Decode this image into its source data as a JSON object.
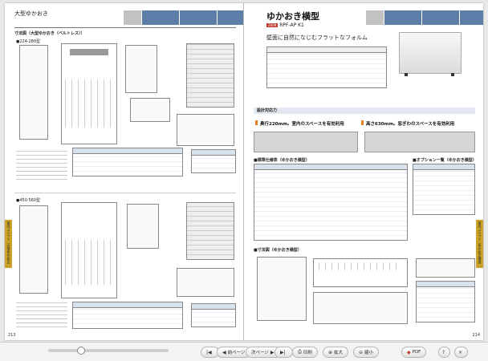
{
  "left_page": {
    "header": "大型ゆかおき",
    "section_dims": "寸法図（大型ゆかおき〈ベルトレス〉）",
    "model_224": "●224·280型",
    "model_450": "●450·560型",
    "page_number": "213",
    "side_tab": "室内ユニット（大型ゆかおき）"
  },
  "right_page": {
    "title": "ゆかおき横型",
    "badge": "2009",
    "model": "RPF-AP K1",
    "subtitle": "壁面に自然になじむフラットなフォルム",
    "band_design": "設計対応力",
    "feature1_title": "奥行220mm。室内のスペースを有効利用",
    "feature2_title": "高さ630mm。窓ぎわのスペースを有効利用",
    "band_spec": "■標準仕様表（ゆかおき横型）",
    "band_option": "■オプション一覧（ゆかおき横型）",
    "band_dims": "■寸法図（ゆかおき横型）",
    "page_number": "214",
    "side_tab": "室内ユニット（ゆかおき横型）"
  },
  "toolbar": {
    "prev_page": "前ページ",
    "next_page": "次ページ",
    "print": "印刷",
    "zoom_in": "拡大",
    "zoom_out": "縮小",
    "pdf": "PDF"
  },
  "colors": {
    "accent_blue": "#5b7fa8",
    "tab_gold": "#c9a227",
    "badge_red": "#c0392b"
  }
}
